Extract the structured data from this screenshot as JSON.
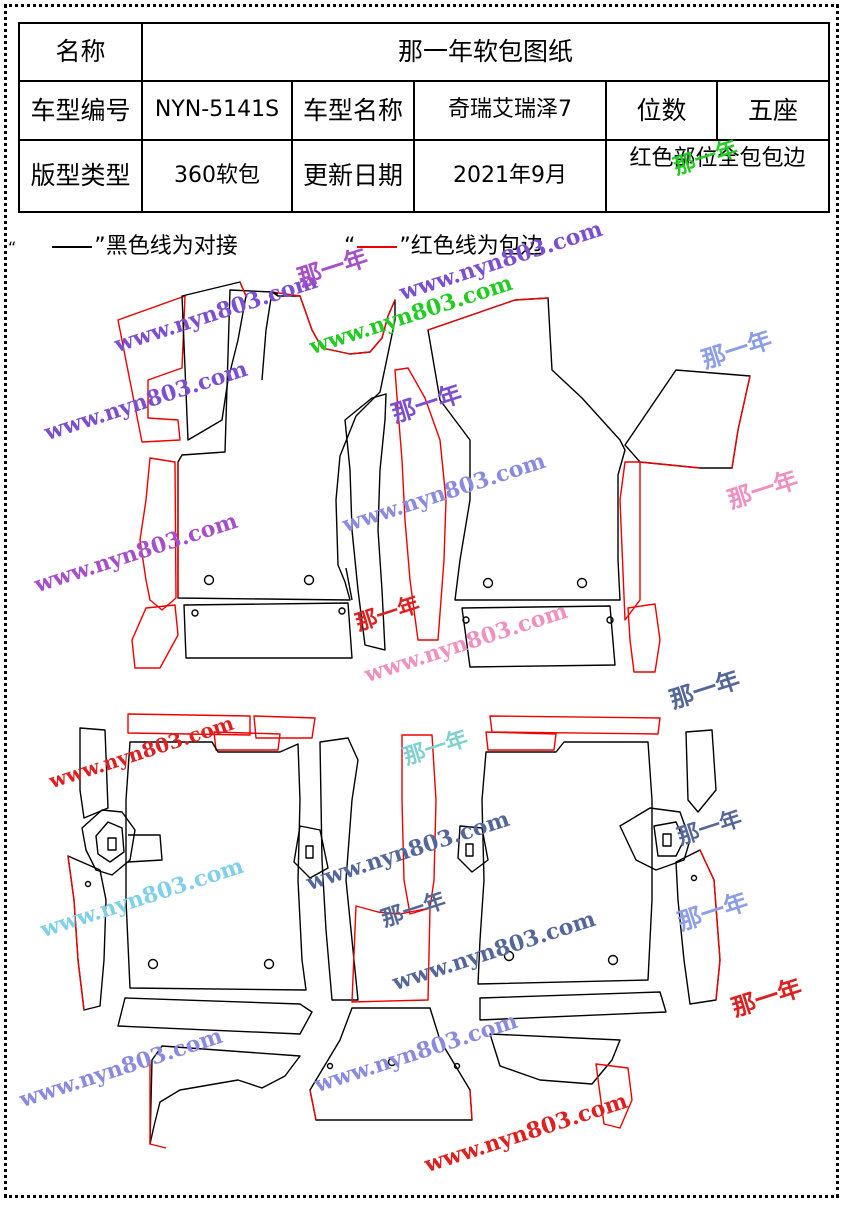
{
  "table": {
    "name_label": "名称",
    "name_value": "那一年软包图纸",
    "model_code_label": "车型编号",
    "model_code_value": "NYN-5141S",
    "model_name_label": "车型名称",
    "model_name_value": "奇瑞艾瑞泽7",
    "seats_label": "位数",
    "seats_value": "五座",
    "style_label": "版型类型",
    "style_value": "360软包",
    "update_label": "更新日期",
    "update_value": "2021年9月",
    "note": "红色部位全包包边"
  },
  "legend": {
    "black_prefix": "“",
    "black_suffix": "”黑色线为对接",
    "red_prefix": "“",
    "red_suffix": "”红色线为包边"
  },
  "colors": {
    "black_line": "#000000",
    "red_line": "#e00000"
  },
  "watermarks": {
    "brand": "那一年",
    "site": "www.nyn803.com"
  }
}
